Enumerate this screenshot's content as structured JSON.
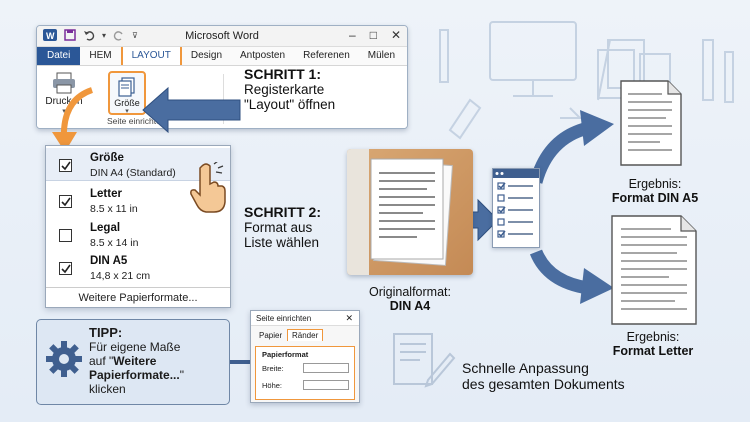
{
  "window": {
    "title": "Microsoft Word",
    "tabs": [
      "Datei",
      "HEM",
      "LAYOUT",
      "Design",
      "Antposten",
      "Referenen",
      "Mülen"
    ],
    "print_label": "Drucken",
    "size_label": "Größe",
    "group_label": "Seite einrichten"
  },
  "step1": {
    "head": "SCHRITT 1:",
    "line1": "Registerkarte",
    "line2": "\"Layout\" öffnen"
  },
  "step2": {
    "head": "SCHRITT 2:",
    "line1": "Format aus",
    "line2": "Liste wählen"
  },
  "dropdown": {
    "items": [
      {
        "name": "Größe",
        "size": "DIN A4 (Standard)",
        "checked": true
      },
      {
        "name": "Letter",
        "size": "8.5 x 11 in",
        "checked": true
      },
      {
        "name": "Legal",
        "size": "8.5 x 14 in",
        "checked": false
      },
      {
        "name": "DIN A5",
        "size": "14,8 x 21 cm",
        "checked": true
      }
    ],
    "more": "Weitere Papierformate..."
  },
  "tip": {
    "head": "TIPP:",
    "line1": "Für eigene Maße",
    "line2_a": "auf \"",
    "line2_b": "Weitere",
    "line3": "Papierformate...",
    "line3_tail": "\"",
    "line4": "klicken"
  },
  "dialog": {
    "title": "Seite einrichten",
    "tab_paper": "Papier",
    "tab_margins": "Ränder",
    "section": "Papierformat",
    "width_label": "Breite:",
    "height_label": "Höhe:"
  },
  "captions": {
    "original_1": "Originalformat:",
    "original_2": "DIN A4",
    "result_a5_1": "Ergebnis:",
    "result_a5_2": "Format DIN A5",
    "result_letter_1": "Ergebnis:",
    "result_letter_2": "Format Letter",
    "quick_1": "Schnelle Anpassung",
    "quick_2": "des gesamten Dokuments"
  },
  "colors": {
    "accent": "#f0973c",
    "brand": "#2b5797",
    "arrow": "#4a6da0"
  }
}
